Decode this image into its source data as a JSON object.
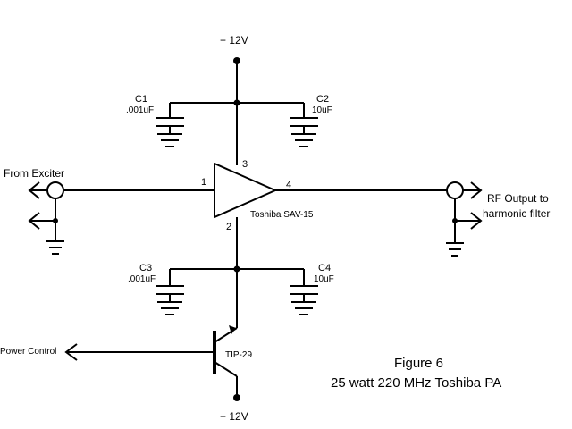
{
  "labels": {
    "vcc_top": "+ 12V",
    "vcc_bottom": "+ 12V",
    "c1_name": "C1",
    "c1_value": ".001uF",
    "c2_name": "C2",
    "c2_value": "10uF",
    "c3_name": "C3",
    "c3_value": ".001uF",
    "c4_name": "C4",
    "c4_value": "10uF",
    "input": "From Exciter",
    "output_line1": "RF Output to",
    "output_line2": "harmonic filter",
    "pin1": "1",
    "pin2": "2",
    "pin3": "3",
    "pin4": "4",
    "amp_name": "Toshiba SAV-15",
    "transistor": "TIP-29",
    "power_control": "Power Control",
    "figure_title": "Figure 6",
    "figure_caption": "25 watt 220 MHz Toshiba PA"
  },
  "colors": {
    "line": "#000000",
    "background": "#ffffff"
  }
}
